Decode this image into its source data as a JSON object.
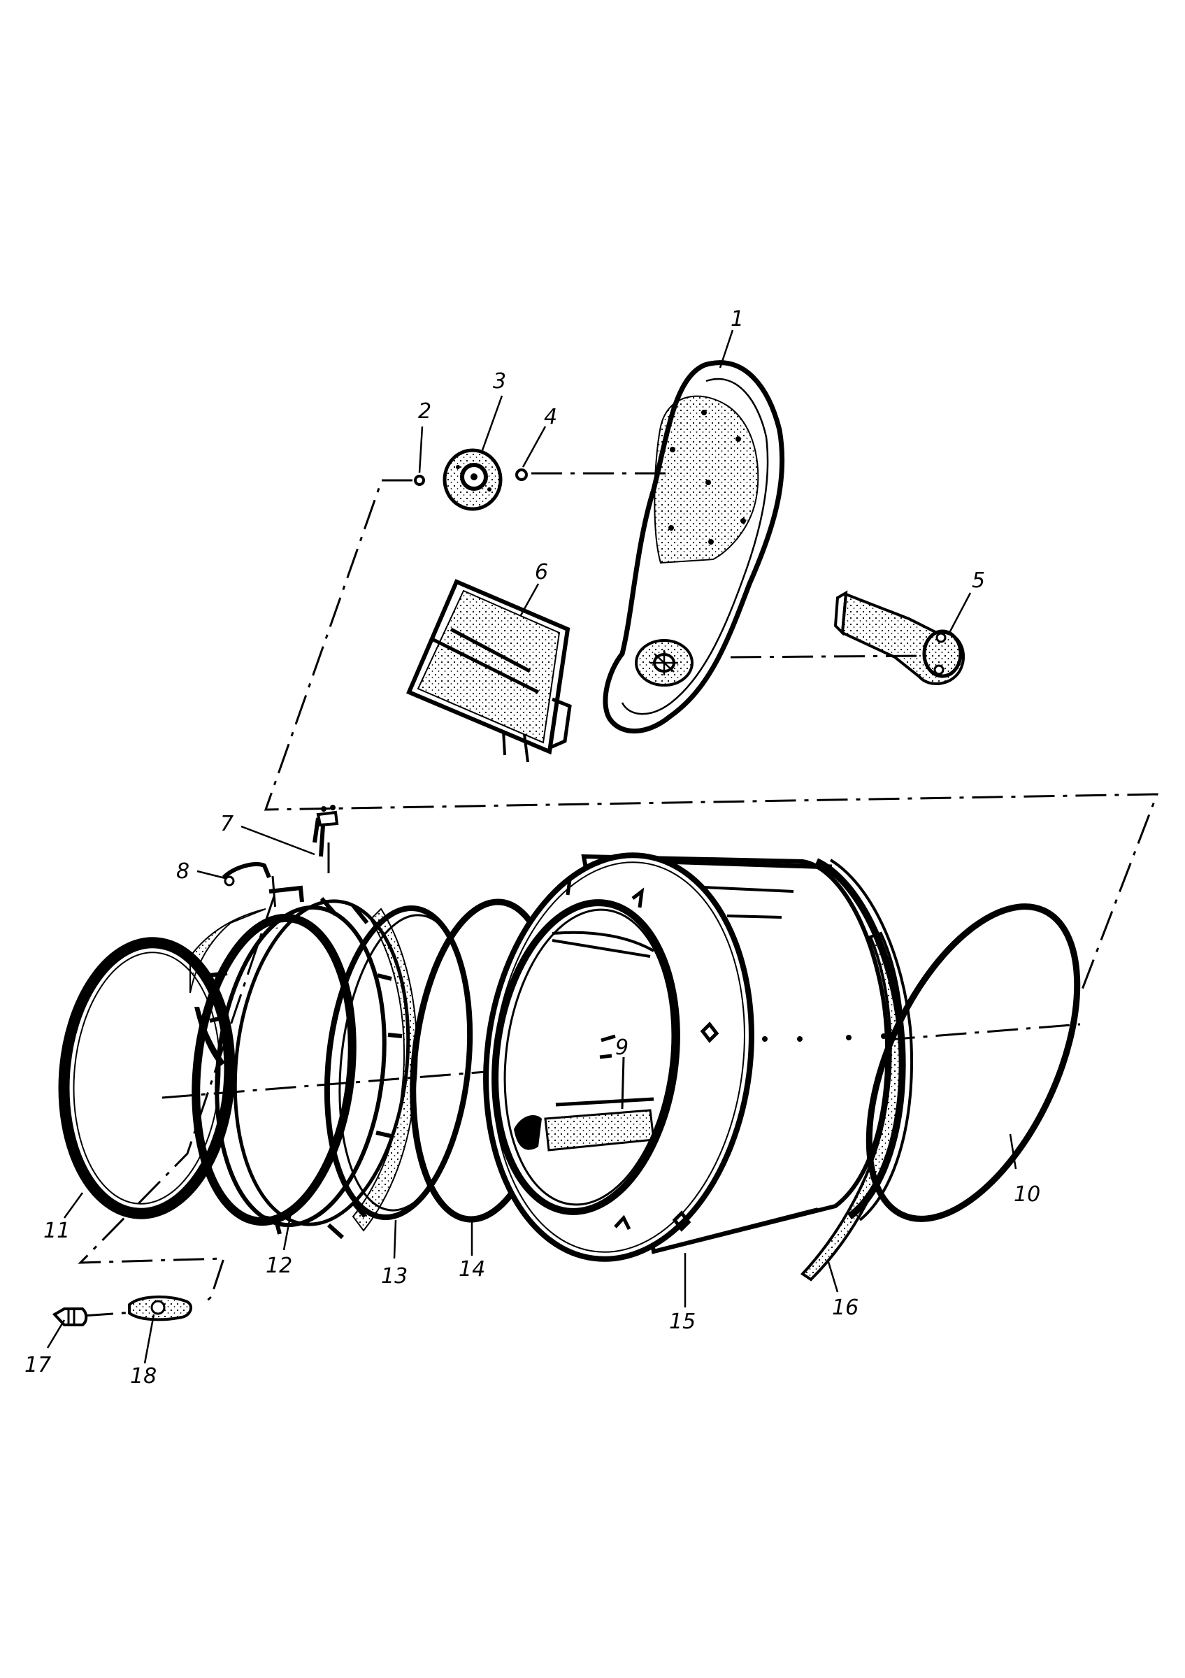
{
  "callouts": {
    "c1": "1",
    "c2": "2",
    "c3": "3",
    "c4": "4",
    "c5": "5",
    "c6": "6",
    "c7": "7",
    "c8": "8",
    "c9": "9",
    "c10": "10",
    "c11": "11",
    "c12": "12",
    "c13": "13",
    "c14": "14",
    "c15": "15",
    "c16": "16",
    "c17": "17",
    "c18": "18"
  },
  "colors": {
    "ink": "#000000",
    "paper": "#ffffff"
  }
}
